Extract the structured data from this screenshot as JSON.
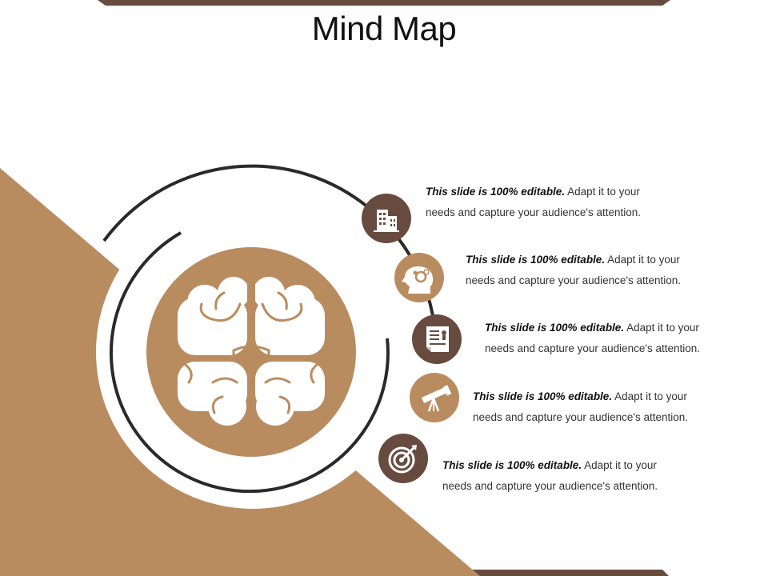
{
  "slide": {
    "title": "Mind Map",
    "colors": {
      "dark_brown": "#684B3F",
      "tan": "#B98C60",
      "ring": "#2A2A2A",
      "white": "#FFFFFF"
    },
    "center_icon": "brain-icon",
    "items": [
      {
        "icon": "building-icon",
        "lead": "This slide is 100% editable.",
        "rest": " Adapt it to your",
        "line2": "needs and capture your audience's attention."
      },
      {
        "icon": "head-gears-icon",
        "lead": "This slide is 100% editable.",
        "rest": " Adapt it to your",
        "line2": "needs and capture your audience's attention."
      },
      {
        "icon": "certificate-icon",
        "lead": "This slide is 100% editable.",
        "rest": " Adapt it to your",
        "line2": "needs and capture your audience's attention."
      },
      {
        "icon": "telescope-icon",
        "lead": "This slide is 100% editable.",
        "rest": " Adapt it to your",
        "line2": "needs and capture your audience's attention."
      },
      {
        "icon": "target-icon",
        "lead": "This slide is 100% editable.",
        "rest": " Adapt it to your",
        "line2": "needs and capture your audience's attention."
      }
    ]
  }
}
